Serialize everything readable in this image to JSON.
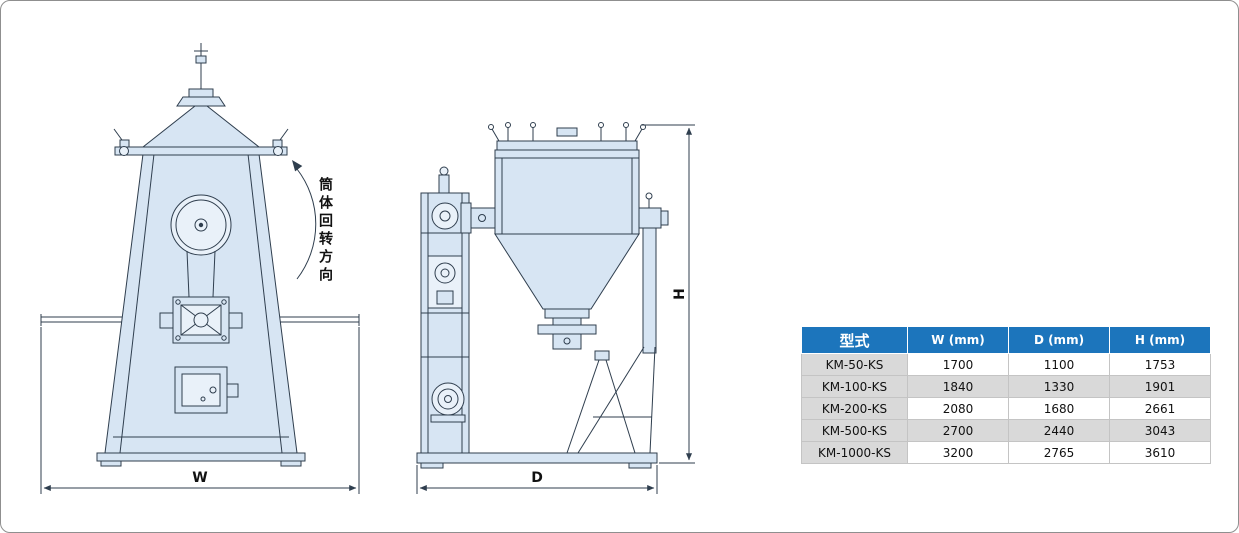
{
  "diagram": {
    "rotation_label": "筒体回转方向",
    "dim_w": "W",
    "dim_d": "D",
    "dim_h": "H"
  },
  "table": {
    "headers": [
      "型式",
      "W (mm)",
      "D (mm)",
      "H (mm)"
    ],
    "rows": [
      [
        "KM-50-KS",
        "1700",
        "1100",
        "1753"
      ],
      [
        "KM-100-KS",
        "1840",
        "1330",
        "1901"
      ],
      [
        "KM-200-KS",
        "2080",
        "1680",
        "2661"
      ],
      [
        "KM-500-KS",
        "2700",
        "2440",
        "3043"
      ],
      [
        "KM-1000-KS",
        "3200",
        "2765",
        "3610"
      ]
    ]
  },
  "colors": {
    "header_bg": "#1c75bc",
    "row_alt_bg": "#d9d9d9",
    "drawing_fill": "#d7e5f3",
    "line": "#2f3e4e"
  }
}
